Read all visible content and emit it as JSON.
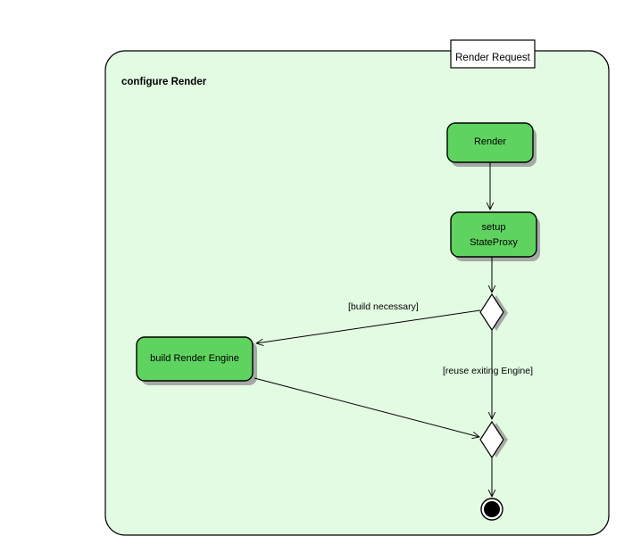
{
  "diagram": {
    "type": "uml-activity-diagram",
    "frame": {
      "title": "configure Render",
      "entry_point_label": "Render Request",
      "fill_color": "#e2fbe2",
      "border_color": "#000000"
    },
    "colors": {
      "node_fill": "#5fd35f",
      "node_border": "#000000",
      "decision_fill": "#ffffff",
      "shadow": "#9a9a9a",
      "background": "#e2fbe2",
      "page": "#ffffff"
    },
    "nodes": [
      {
        "id": "render",
        "kind": "action",
        "label_line1": "Render",
        "label_line2": ""
      },
      {
        "id": "setup-state-proxy",
        "kind": "action",
        "label_line1": "setup",
        "label_line2": "StateProxy"
      },
      {
        "id": "build-render-engine",
        "kind": "action",
        "label_line1": "build Render Engine",
        "label_line2": ""
      },
      {
        "id": "decision-1",
        "kind": "decision",
        "label_line1": "",
        "label_line2": ""
      },
      {
        "id": "merge-1",
        "kind": "merge",
        "label_line1": "",
        "label_line2": ""
      },
      {
        "id": "final-node",
        "kind": "final",
        "label_line1": "",
        "label_line2": ""
      }
    ],
    "edges": [
      {
        "id": "e1",
        "from": "render",
        "to": "setup-state-proxy",
        "label": ""
      },
      {
        "id": "e2",
        "from": "setup-state-proxy",
        "to": "decision-1",
        "label": ""
      },
      {
        "id": "e3",
        "from": "decision-1",
        "to": "build-render-engine",
        "label": "[build necessary]"
      },
      {
        "id": "e4",
        "from": "decision-1",
        "to": "merge-1",
        "label": "[reuse exiting Engine]"
      },
      {
        "id": "e5",
        "from": "build-render-engine",
        "to": "merge-1",
        "label": ""
      },
      {
        "id": "e6",
        "from": "merge-1",
        "to": "final-node",
        "label": ""
      }
    ]
  }
}
